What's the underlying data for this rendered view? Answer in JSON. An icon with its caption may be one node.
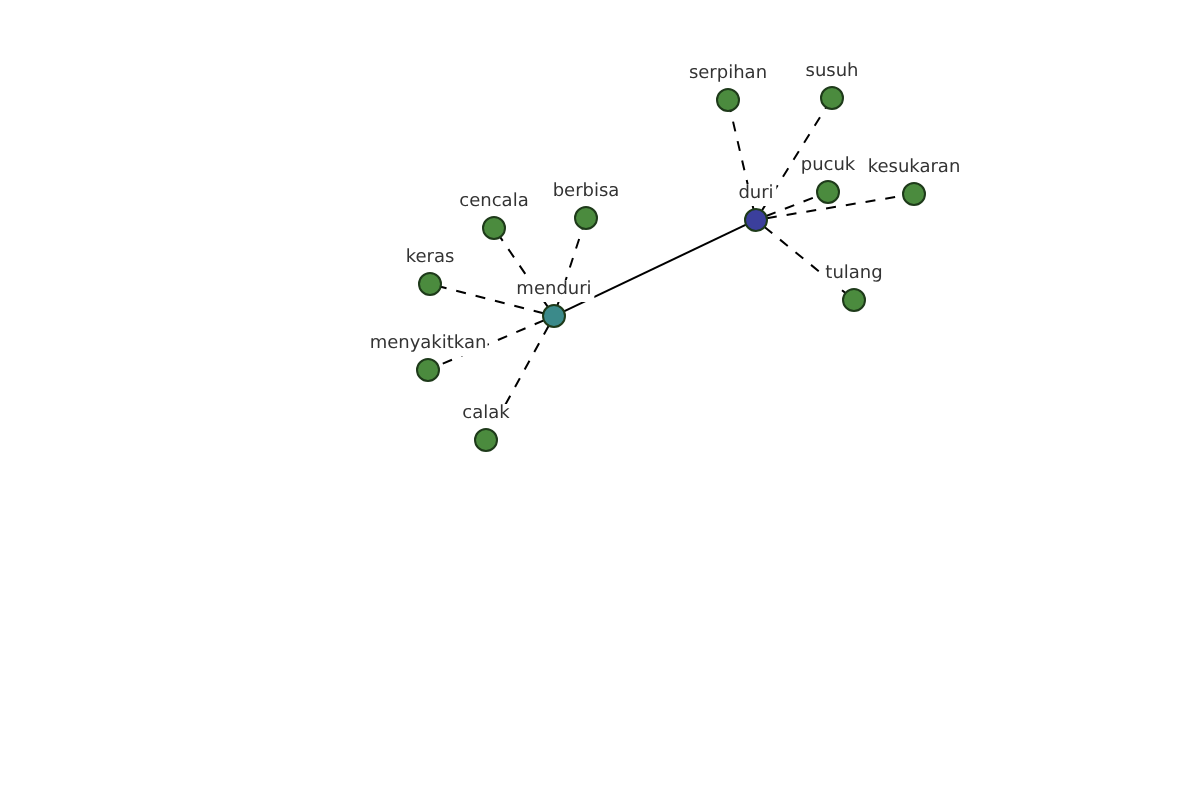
{
  "diagram": {
    "nodes": [
      {
        "text": [
          "duri"
        ]
      },
      {
        "text": [
          "menduri"
        ]
      },
      {
        "text": [
          "serpihan"
        ]
      },
      {
        "text": [
          "susuh"
        ]
      },
      {
        "text": [
          "pucuk"
        ]
      },
      {
        "text": [
          "kesukaran"
        ]
      },
      {
        "text": [
          "tulang"
        ]
      },
      {
        "text": [
          "cencala"
        ]
      },
      {
        "text": [
          "berbisa"
        ]
      },
      {
        "text": [
          "keras"
        ]
      },
      {
        "text": [
          "menyakitkan"
        ]
      },
      {
        "text": [
          "calak"
        ]
      }
    ],
    "edges": [
      {
        "from": 1,
        "to": 0,
        "arrow": "none"
      },
      {
        "from": 0,
        "to": 2,
        "arrow": "none",
        "style": "dashed"
      },
      {
        "from": 0,
        "to": 3,
        "arrow": "none",
        "style": "dashed"
      },
      {
        "from": 0,
        "to": 4,
        "arrow": "none",
        "style": "dashed"
      },
      {
        "from": 0,
        "to": 5,
        "arrow": "none",
        "style": "dashed"
      },
      {
        "from": 0,
        "to": 6,
        "arrow": "none",
        "style": "dashed"
      },
      {
        "from": 1,
        "to": 7,
        "arrow": "none",
        "style": "dashed"
      },
      {
        "from": 1,
        "to": 8,
        "arrow": "none",
        "style": "dashed"
      },
      {
        "from": 1,
        "to": 9,
        "arrow": "none",
        "style": "dashed"
      },
      {
        "from": 1,
        "to": 10,
        "arrow": "none",
        "style": "dashed"
      },
      {
        "from": 1,
        "to": 11,
        "arrow": "none",
        "style": "dashed"
      }
    ]
  }
}
